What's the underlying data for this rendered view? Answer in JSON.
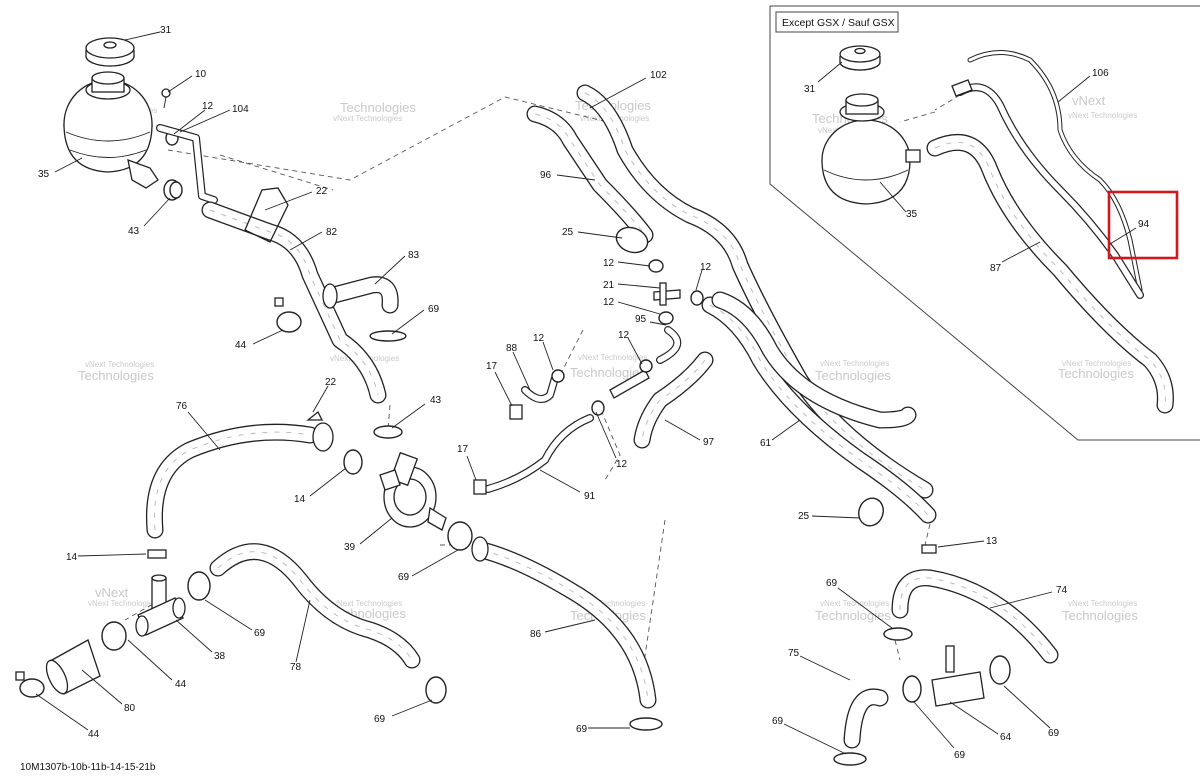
{
  "drawing_code": "10M1307b-10b-11b-14-15-21b",
  "inset_label": "Except GSX / Sauf GSX",
  "highlighted_callout": "94",
  "highlight_color": "#d0191f",
  "watermark": {
    "line1": "vNext Technologies",
    "line2": "vNext",
    "line3": "Technologies"
  },
  "callouts": {
    "c31a": "31",
    "c10": "10",
    "c12a": "12",
    "c104": "104",
    "c35a": "35",
    "c43a": "43",
    "c22a": "22",
    "c82": "82",
    "c83": "83",
    "c69a": "69",
    "c44a": "44",
    "c102": "102",
    "c96": "96",
    "c25a": "25",
    "c12b": "12",
    "c12c": "12",
    "c21": "21",
    "c12d": "12",
    "c95": "95",
    "c12e": "12",
    "c12f": "12",
    "c88": "88",
    "c17a": "17",
    "c22b": "22",
    "c76": "76",
    "c43b": "43",
    "c14a": "14",
    "c97": "97",
    "c61": "61",
    "c17b": "17",
    "c12g": "12",
    "c91": "91",
    "c39": "39",
    "c69b": "69",
    "c14b": "14",
    "c38": "38",
    "c69c": "69",
    "c78": "78",
    "c44b": "44",
    "c80": "80",
    "c44c": "44",
    "c69d": "69",
    "c86": "86",
    "c69e": "69",
    "c25b": "25",
    "c13": "13",
    "c69f": "69",
    "c74": "74",
    "c75": "75",
    "c64": "64",
    "c69g": "69",
    "c69h": "69",
    "c69i": "69",
    "c31b": "31",
    "c106": "106",
    "c35b": "35",
    "c94": "94",
    "c87": "87"
  }
}
